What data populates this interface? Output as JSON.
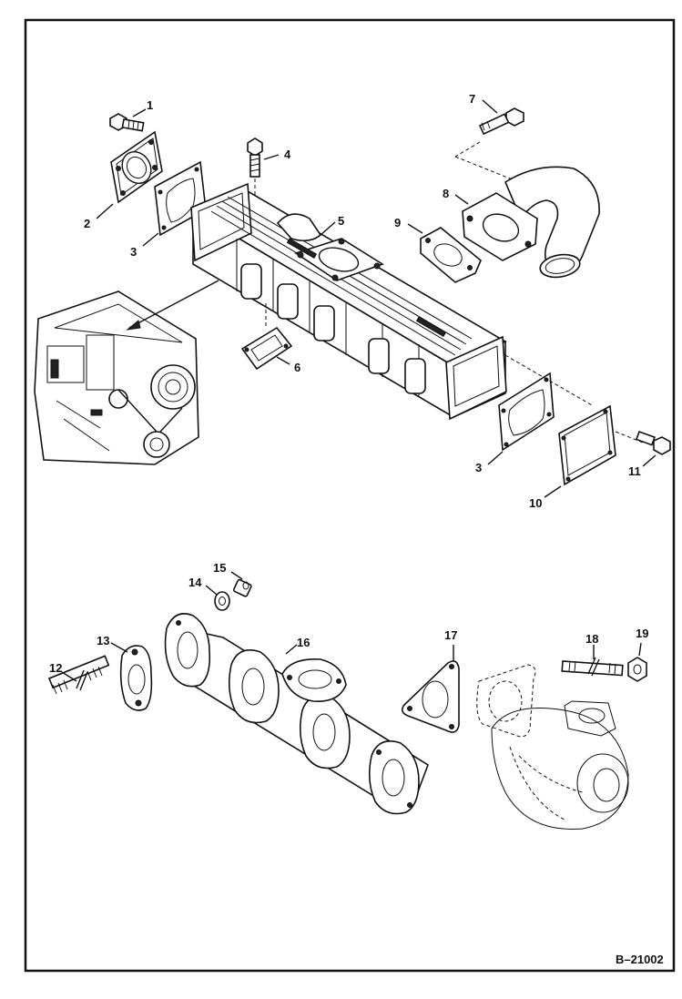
{
  "figure_id": "B–21002",
  "callouts": [
    "1",
    "2",
    "3",
    "4",
    "5",
    "6",
    "7",
    "8",
    "9",
    "3",
    "10",
    "11",
    "12",
    "13",
    "14",
    "15",
    "16",
    "17",
    "18",
    "19"
  ]
}
